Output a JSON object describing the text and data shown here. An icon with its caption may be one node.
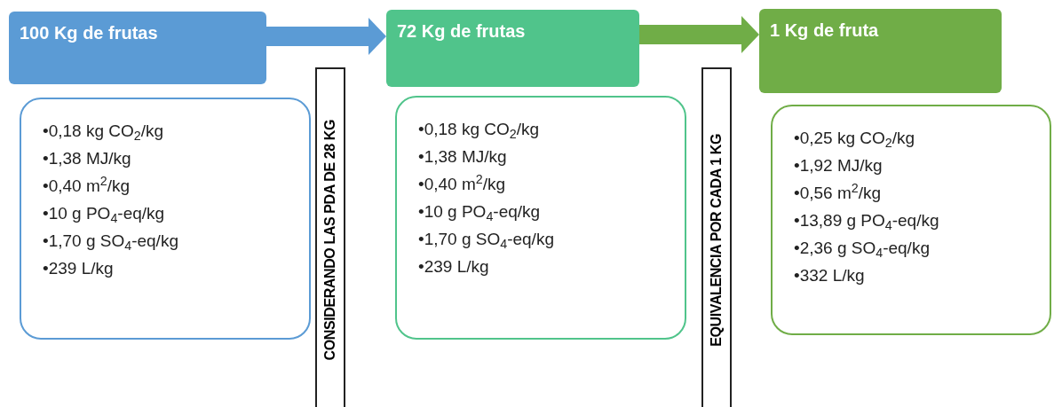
{
  "diagram": {
    "nodes": [
      {
        "text": [
          "100 Kg de frutas"
        ]
      },
      {
        "text": [
          "•0,18 kg CO$_{2}$/kg",
          "•1,38 MJ/kg",
          "•0,40 m$^{2}$/kg",
          "•10 g PO$_{4}$-eq/kg",
          "•1,70 g SO$_{4}$-eq/kg",
          "•239 L/kg"
        ]
      },
      {
        "text": [
          "CONSIDERANDO LAS PDA DE 28 KG"
        ]
      },
      {
        "text": [
          "72 Kg de frutas"
        ]
      },
      {
        "text": [
          "•0,18 kg CO$_{2}$/kg",
          "•1,38 MJ/kg",
          "•0,40 m$^{2}$/kg",
          "•10 g PO$_{4}$-eq/kg",
          "•1,70 g SO$_{4}$-eq/kg",
          "•239 L/kg"
        ]
      },
      {
        "text": [
          "EQUIVALENCIA POR CADA 1 KG"
        ]
      },
      {
        "text": [
          "1 Kg de fruta"
        ]
      },
      {
        "text": [
          "•0,25 kg CO$_{2}$/kg",
          "•1,92 MJ/kg",
          "•0,56 m$^{2}$/kg",
          "•13,89 g PO$_{4}$-eq/kg",
          "•2,36 g SO$_{4}$-eq/kg",
          "•332 L/kg"
        ]
      }
    ],
    "edges": [
      {
        "from": 0,
        "to": 3,
        "arrow": "to",
        "color": "#5b9bd5"
      },
      {
        "from": 3,
        "to": 6,
        "arrow": "to",
        "color": "#70ad47"
      }
    ]
  }
}
